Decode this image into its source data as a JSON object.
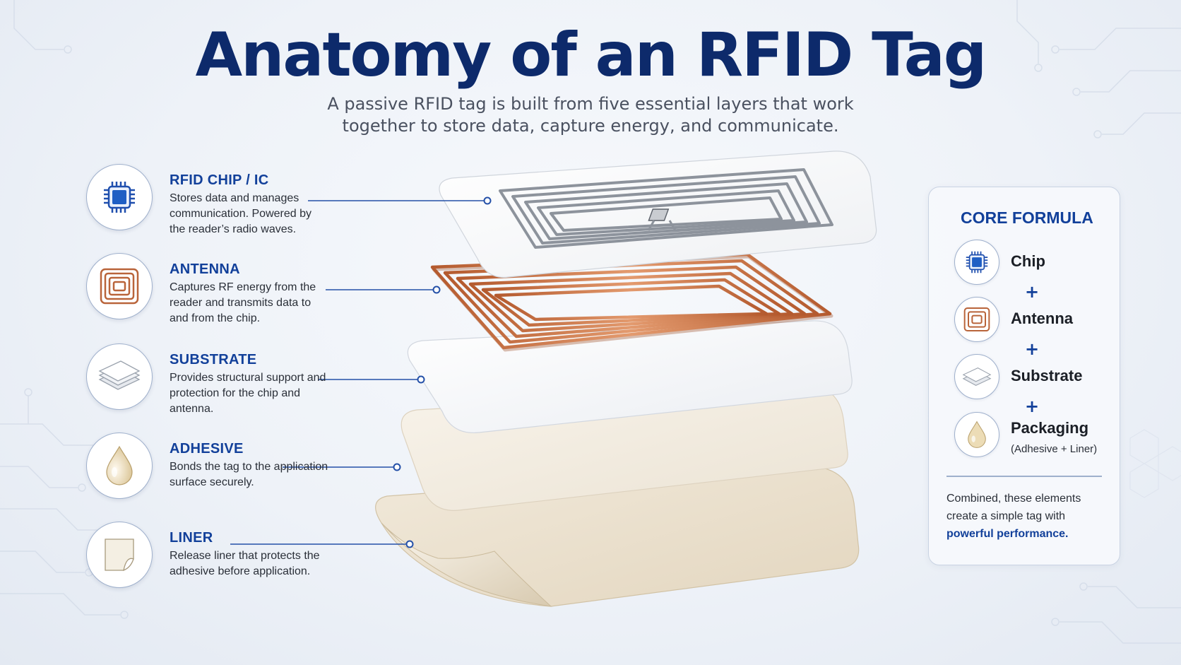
{
  "title": "Anatomy of an RFID Tag",
  "subtitle": {
    "line1": "A passive RFID tag is built from five essential layers that work",
    "line2": "together to store data, capture energy, and communicate."
  },
  "layers": [
    {
      "title": "RFID CHIP / IC",
      "description": "Stores data and manages communication. Powered by the reader’s radio waves.",
      "icon": "chip-icon"
    },
    {
      "title": "ANTENNA",
      "description": "Captures RF energy from the reader and transmits data to and from the chip.",
      "icon": "antenna-coil-icon"
    },
    {
      "title": "SUBSTRATE",
      "description": "Provides structural support and protection for the chip and antenna.",
      "icon": "substrate-sheets-icon"
    },
    {
      "title": "ADHESIVE",
      "description": "Bonds the tag to the application surface securely.",
      "icon": "adhesive-drop-icon"
    },
    {
      "title": "LINER",
      "description": "Release liner that protects the adhesive before application.",
      "icon": "peeling-liner-icon"
    }
  ],
  "core_formula": {
    "title": "CORE FORMULA",
    "items": [
      {
        "label": "Chip",
        "sub": "",
        "icon": "chip-icon"
      },
      {
        "label": "Antenna",
        "sub": "",
        "icon": "antenna-coil-icon"
      },
      {
        "label": "Substrate",
        "sub": "",
        "icon": "substrate-sheets-icon"
      },
      {
        "label": "Packaging",
        "sub": "(Adhesive + Liner)",
        "icon": "adhesive-drop-icon"
      }
    ],
    "plus": "+",
    "summary_text": "Combined, these elements create a simple tag with",
    "summary_emphasis": "powerful performance."
  },
  "colors": {
    "title": "#0d2a6b",
    "accent": "#12409a",
    "copper": "#c0683a",
    "chip_blue": "#1f5fc4",
    "liner_beige": "#ece2d0"
  }
}
